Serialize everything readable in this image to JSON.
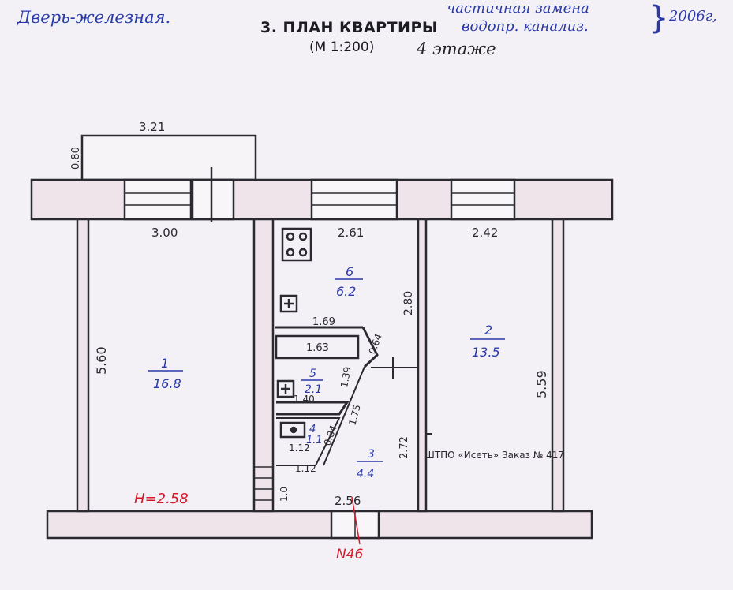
{
  "header": {
    "title": "3. ПЛАН КВАРТИРЫ",
    "scale": "(М 1:200)"
  },
  "handwritten": {
    "door_note": "Дверь-железная.",
    "floor_note": "4 этаже",
    "replacement_line1": "частичная замена",
    "replacement_line2": "водопр. канализ.",
    "brace": "}",
    "year": "2006г,"
  },
  "dimensions": {
    "balcony_width": "3.21",
    "balcony_depth": "0.80",
    "room1_width": "3.00",
    "room1_length": "5.60",
    "kitchen_width": "2.61",
    "kitchen_length": "2.80",
    "room2_width": "2.42",
    "room2_length": "5.59",
    "corridor_a": "1.69",
    "bath_length": "1.63",
    "diag_a": "0.64",
    "diag_b": "1.39",
    "diag_c": "1.75",
    "wc_length": "1.40",
    "diag_d": "0.84",
    "toilet_a": "1.12",
    "toilet_b": "1.12",
    "hall_length": "2.72",
    "hall_width": "2.56",
    "door_gap": "1.0",
    "ceiling_height": "H=2.58"
  },
  "rooms": {
    "room1_num": "1",
    "room1_area": "16.8",
    "room2_num": "2",
    "room2_area": "13.5",
    "room3_num": "3",
    "room3_area": "4.4",
    "room4_num": "4",
    "room4_area": "1.1",
    "room5_num": "5",
    "room5_area": "2.1",
    "room6_num": "6",
    "room6_area": "6.2"
  },
  "stamp": {
    "text": "ШТПО «Исеть» Заказ № 417"
  },
  "entrance": {
    "label": "N46"
  },
  "colors": {
    "ink": "#2a2a30",
    "wall_fill": "#efe4ea",
    "blue_ink": "#2a39a8",
    "red_ink": "#d8182a"
  }
}
